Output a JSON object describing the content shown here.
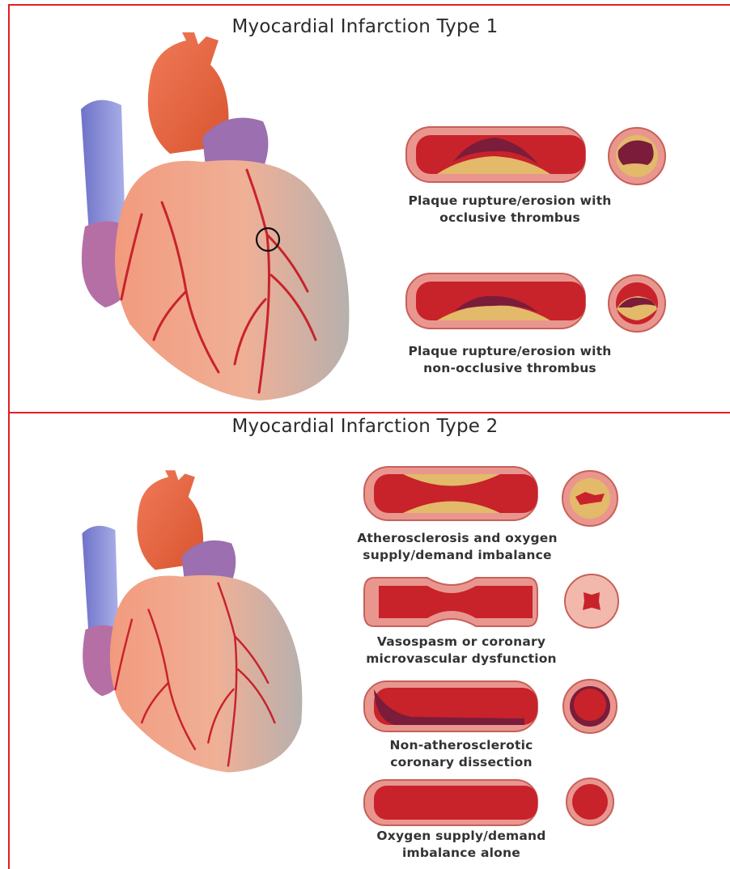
{
  "colors": {
    "frame": "#e31e24",
    "artery_wall": "#e9968f",
    "lumen": "#c8222b",
    "plaque": "#e3b96a",
    "thrombus": "#7a1c3a"
  },
  "panels": [
    {
      "title": "Myocardial Infarction Type 1",
      "panels_icons": [
        "heart-illustration",
        "occlusion-marker-icon"
      ],
      "items": [
        {
          "caption_lines": [
            "Plaque rupture/erosion with",
            "occlusive thrombus"
          ],
          "variant": "occlusive-thrombus"
        },
        {
          "caption_lines": [
            "Plaque rupture/erosion with",
            "non-occlusive thrombus"
          ],
          "variant": "non-occlusive-thrombus"
        }
      ]
    },
    {
      "title": "Myocardial Infarction Type 2",
      "items": [
        {
          "caption_lines": [
            "Atherosclerosis and oxygen",
            "supply/demand imbalance"
          ],
          "variant": "atherosclerosis"
        },
        {
          "caption_lines": [
            "Vasospasm or coronary",
            "microvascular dysfunction"
          ],
          "variant": "vasospasm"
        },
        {
          "caption_lines": [
            "Non-atherosclerotic",
            "coronary dissection"
          ],
          "variant": "dissection"
        },
        {
          "caption_lines": [
            "Oxygen supply/demand",
            "imbalance alone"
          ],
          "variant": "normal"
        }
      ]
    }
  ]
}
